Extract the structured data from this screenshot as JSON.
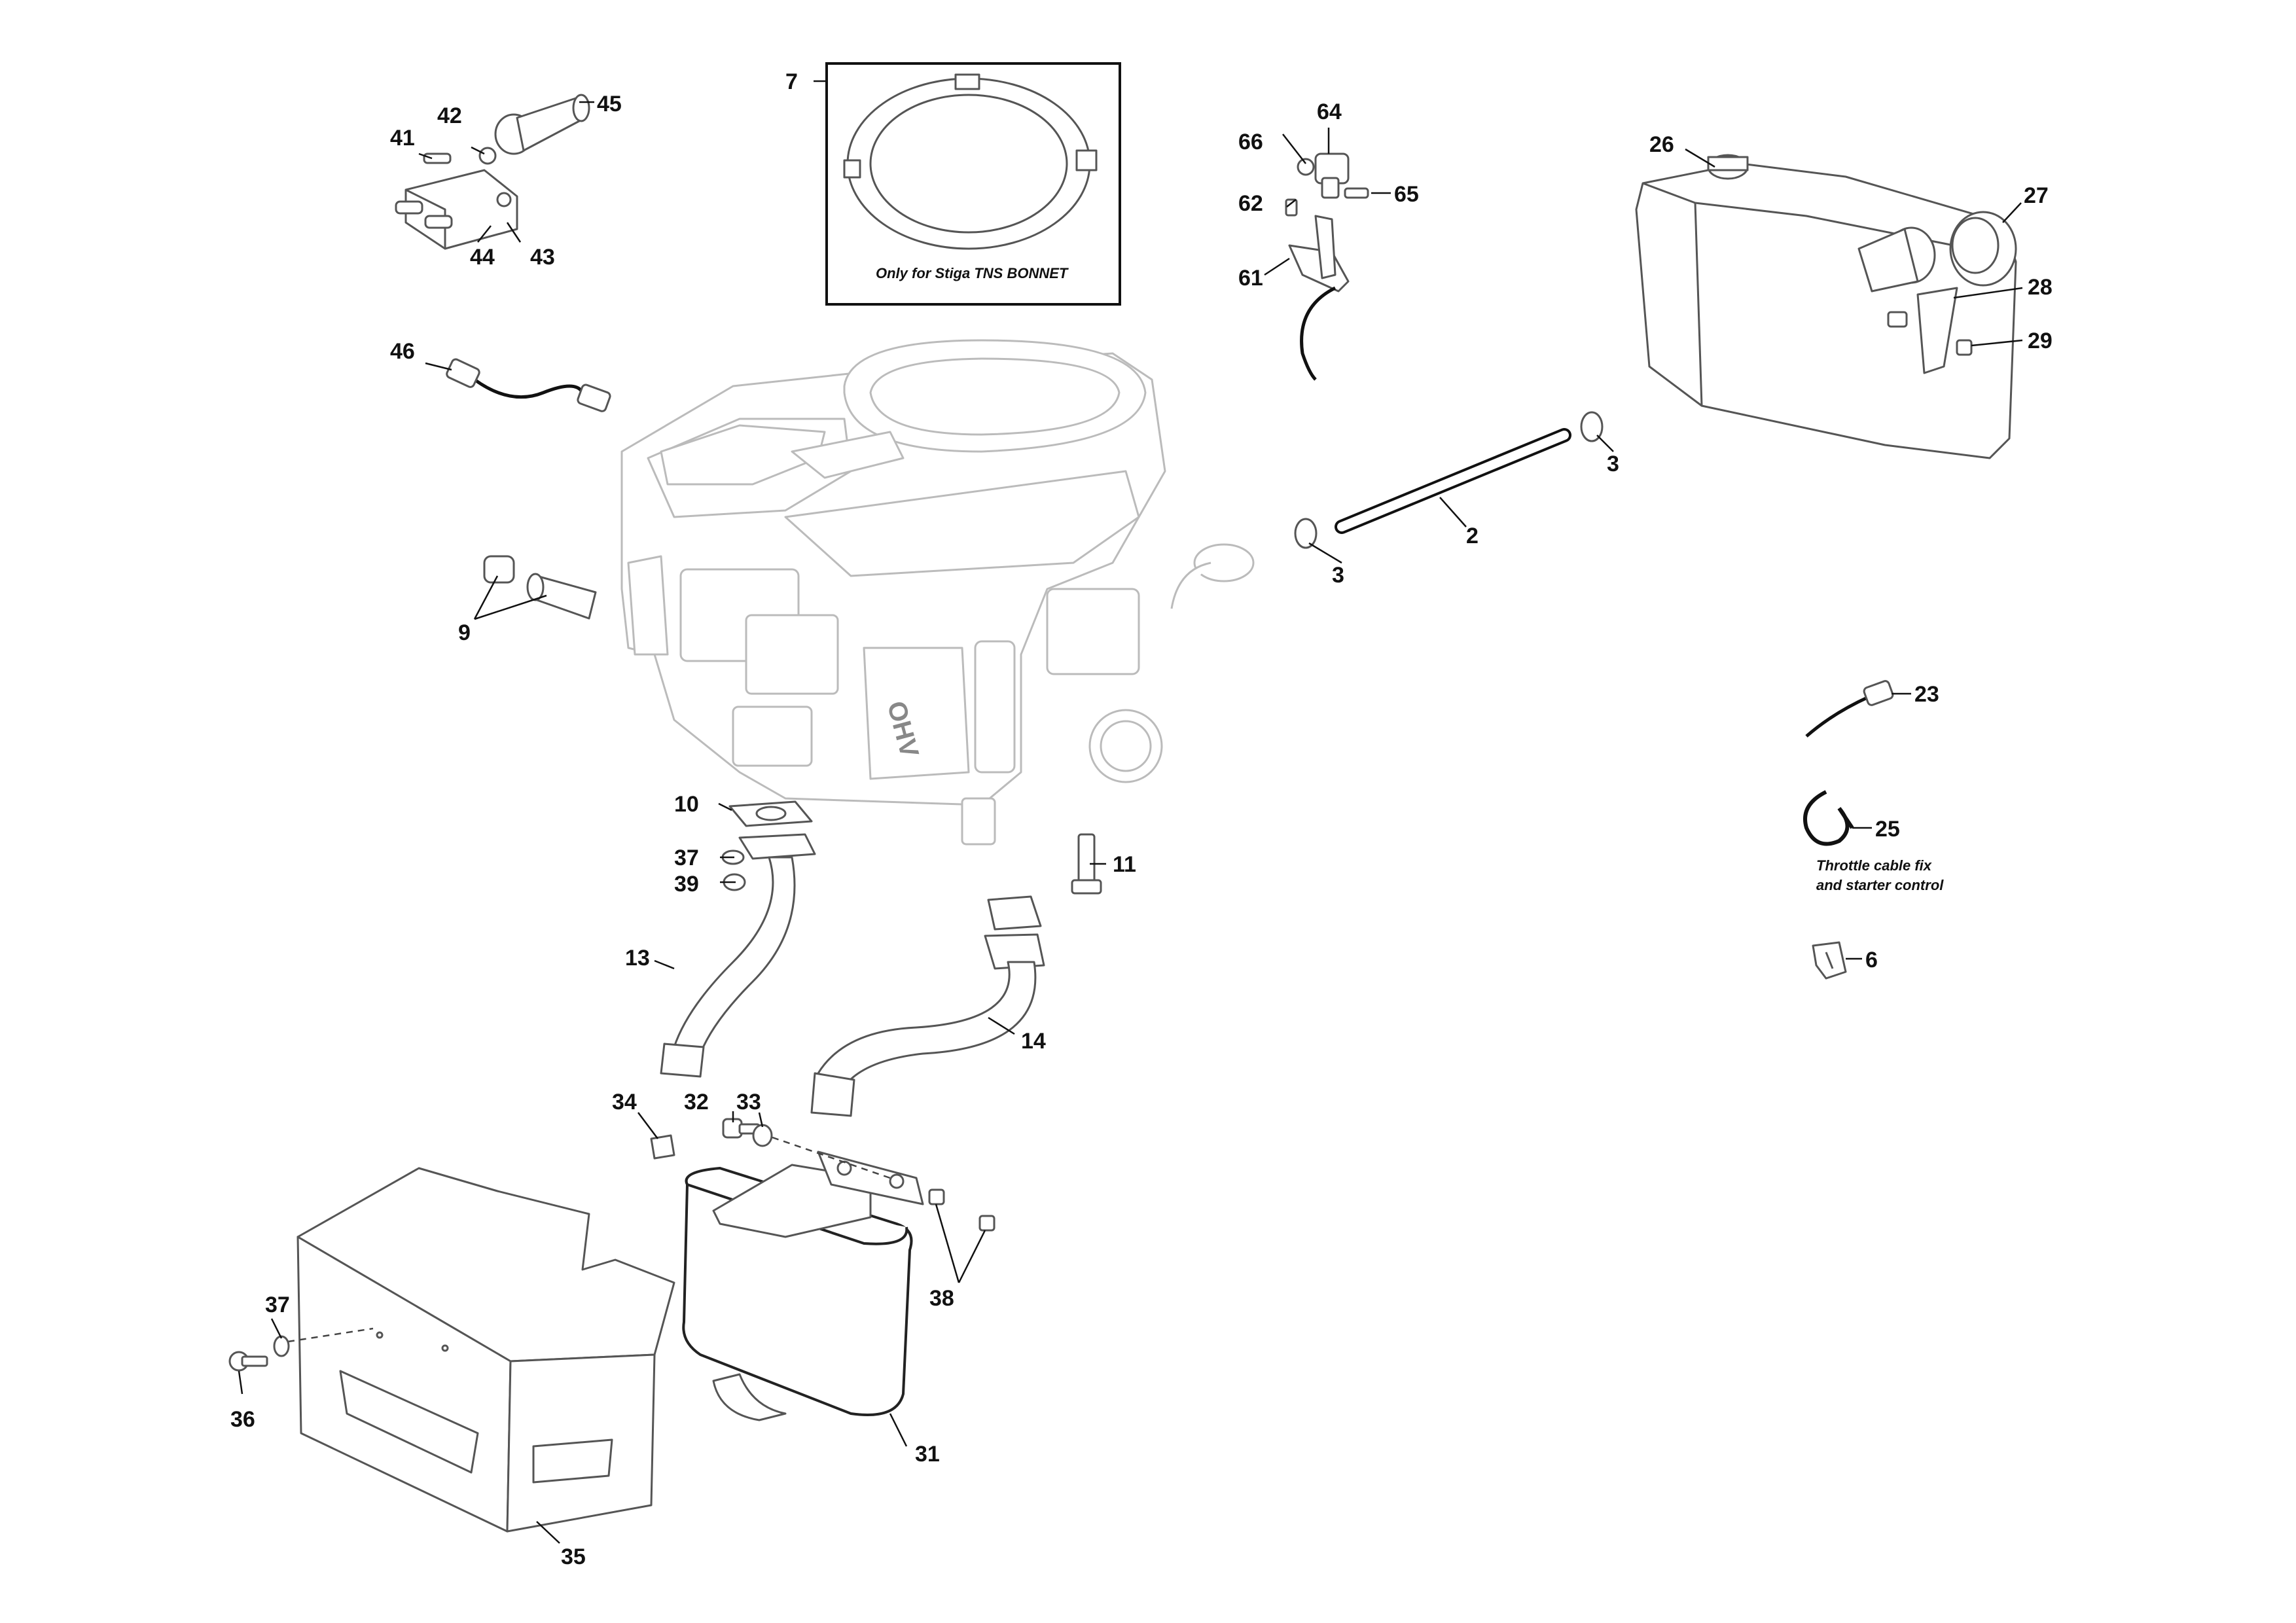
{
  "callouts": {
    "c2": "2",
    "c3a": "3",
    "c3b": "3",
    "c6": "6",
    "c7": "7",
    "c9": "9",
    "c10": "10",
    "c11": "11",
    "c13": "13",
    "c14": "14",
    "c23": "23",
    "c25": "25",
    "c26": "26",
    "c27": "27",
    "c28": "28",
    "c29": "29",
    "c31": "31",
    "c32": "32",
    "c33": "33",
    "c34": "34",
    "c35": "35",
    "c36": "36",
    "c37a": "37",
    "c37b": "37",
    "c38": "38",
    "c39": "39",
    "c41": "41",
    "c42": "42",
    "c43": "43",
    "c44": "44",
    "c45": "45",
    "c46": "46",
    "c61": "61",
    "c62": "62",
    "c64": "64",
    "c65": "65",
    "c66": "66"
  },
  "notes": {
    "bonnet": "Only for Stiga TNS BONNET",
    "throttle_line1": "Throttle cable fix",
    "throttle_line2": "and starter control"
  },
  "engine_marking": "OHV"
}
